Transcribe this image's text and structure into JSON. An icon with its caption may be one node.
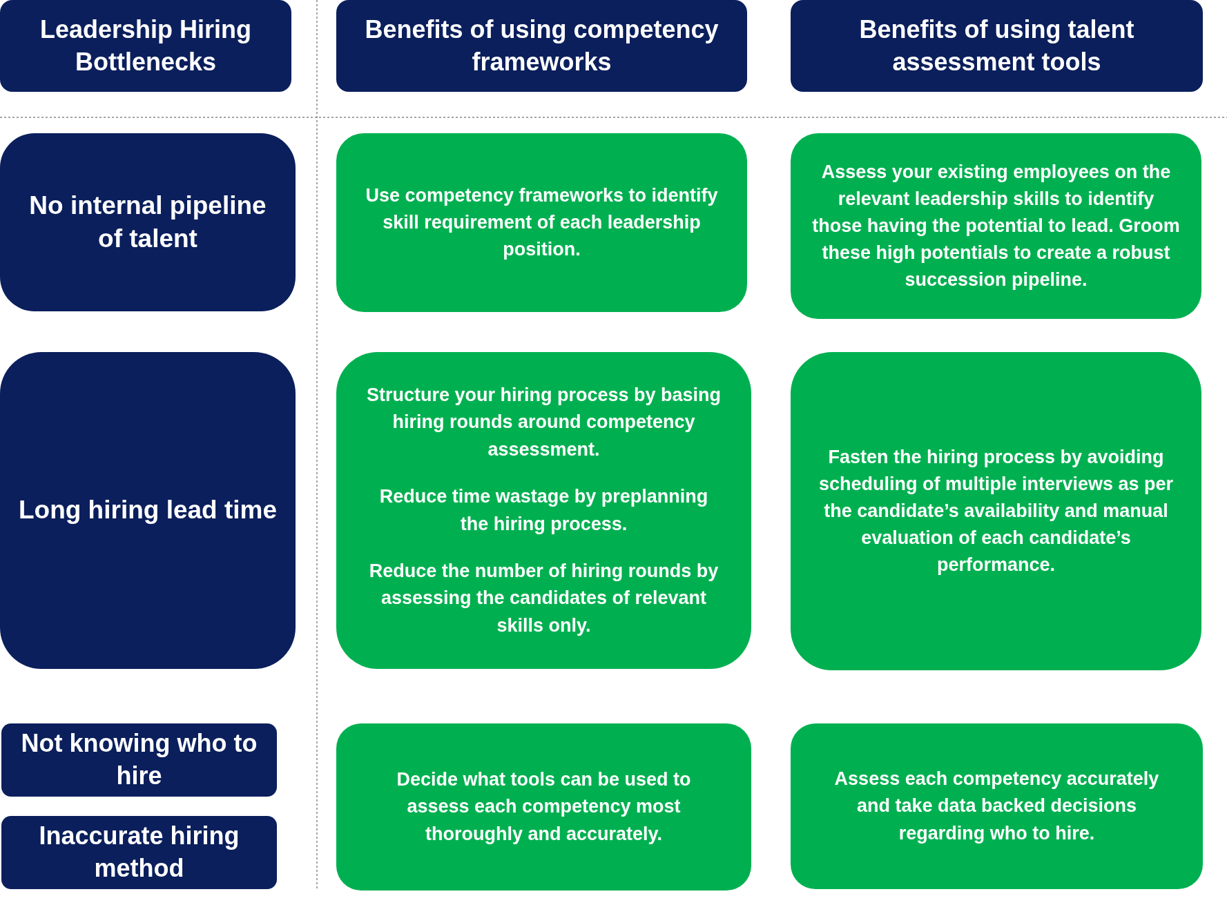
{
  "diagram": {
    "nodes": [
      {
        "text": [
          "Leadership Hiring Bottlenecks"
        ]
      },
      {
        "text": [
          "Benefits of using competency frameworks"
        ]
      },
      {
        "text": [
          "Benefits of using talent assessment tools"
        ]
      },
      {
        "text": [
          "No internal pipeline of talent"
        ]
      },
      {
        "text": [
          "Use competency frameworks to identify skill requirement of each leadership position."
        ]
      },
      {
        "text": [
          "Assess your existing employees on the relevant leadership skills to identify those having the potential to lead. Groom these high potentials to create a robust succession pipeline."
        ]
      },
      {
        "text": [
          "Long hiring lead time"
        ]
      },
      {
        "text": [
          "Structure your hiring process by basing hiring rounds around competency assessment.",
          "Reduce time wastage by preplanning the hiring process.",
          "Reduce the number of hiring rounds by assessing the candidates of relevant skills only."
        ]
      },
      {
        "text": [
          "Fasten the hiring process by avoiding scheduling of multiple interviews as per the candidate’s availability and manual evaluation of each candidate’s performance."
        ]
      },
      {
        "text": [
          "Not knowing who to hire"
        ]
      },
      {
        "text": [
          "Inaccurate hiring method"
        ]
      },
      {
        "text": [
          "Decide what tools can be used to assess each competency most thoroughly and accurately."
        ]
      },
      {
        "text": [
          "Assess each competency accurately and take data backed decisions regarding who to hire."
        ]
      }
    ],
    "edges": []
  }
}
